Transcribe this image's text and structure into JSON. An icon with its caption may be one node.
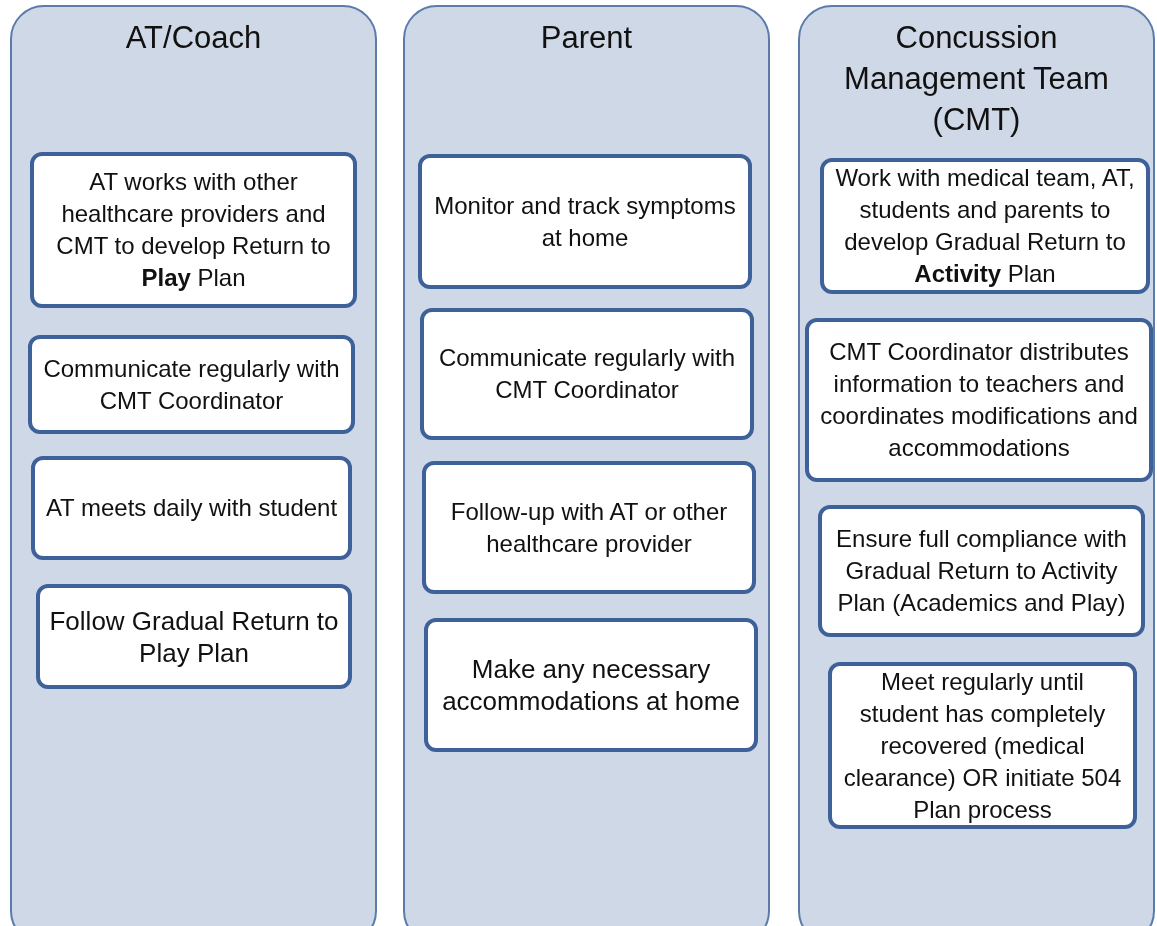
{
  "diagram": {
    "nodes": [
      {
        "text": [
          "AT/Coach"
        ]
      },
      {
        "text": [
          "AT works with other healthcare providers and CMT to develop Return to **Play** Plan"
        ],
        "in": 0
      },
      {
        "text": [
          "Communicate regularly with CMT Coordinator"
        ],
        "in": 0
      },
      {
        "text": [
          "AT meets daily with student"
        ],
        "in": 0
      },
      {
        "text": [
          "Follow Gradual Return to Play Plan"
        ],
        "in": 0
      },
      {
        "text": [
          "Parent"
        ]
      },
      {
        "text": [
          "Monitor and track symptoms at home"
        ],
        "in": 5
      },
      {
        "text": [
          "Communicate regularly with CMT Coordinator"
        ],
        "in": 5
      },
      {
        "text": [
          "Follow-up with AT or other healthcare provider"
        ],
        "in": 5
      },
      {
        "text": [
          "Make any necessary accommodations at home"
        ],
        "in": 5
      },
      {
        "text": [
          "Concussion Management Team (CMT)"
        ]
      },
      {
        "text": [
          "Work with medical team, AT, students and parents to develop Gradual Return to **Activity** Plan"
        ],
        "in": 10
      },
      {
        "text": [
          "CMT Coordinator distributes information to teachers and coordinates modifications and accommodations"
        ],
        "in": 10
      },
      {
        "text": [
          "Ensure full compliance with Gradual Return to Activity Plan (Academics and Play)"
        ],
        "in": 10
      },
      {
        "text": [
          "Meet regularly until student has completely recovered (medical clearance) OR initiate 504 Plan  process"
        ],
        "in": 10
      }
    ]
  }
}
